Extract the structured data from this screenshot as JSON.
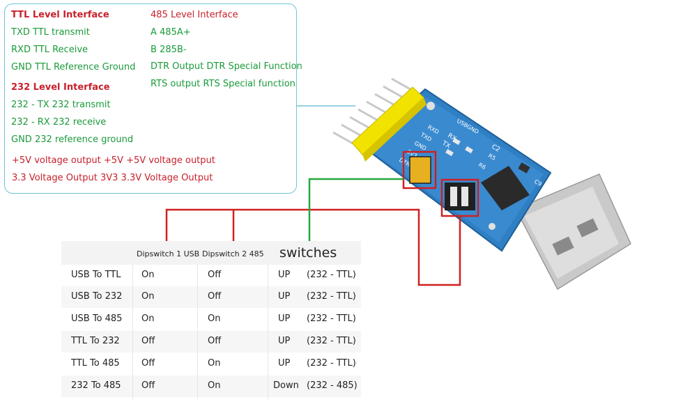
{
  "legend": {
    "left": [
      {
        "text": "TTL Level Interface",
        "style": "red-bold"
      },
      {
        "text": "TXD TTL transmit",
        "style": "green"
      },
      {
        "text": " RXD TTL Receive",
        "style": "green"
      },
      {
        "text": "GND TTL Reference Ground",
        "style": "green"
      },
      {
        "text": "232 Level Interface",
        "style": "red-bold"
      },
      {
        "text": "232 - TX 232 transmit",
        "style": "green"
      },
      {
        "text": "232 - RX 232 receive",
        "style": "green"
      },
      {
        "text": "GND 232 reference ground",
        "style": "green"
      },
      {
        "text": "+5V voltage output +5V +5V voltage output",
        "style": "red"
      },
      {
        "text": "3.3 Voltage Output 3V3 3.3V Voltage Output",
        "style": "red"
      }
    ],
    "right": [
      {
        "text": "485 Level Interface",
        "style": "red"
      },
      {
        "text": "A 485A+",
        "style": "green"
      },
      {
        "text": "B 285B-",
        "style": "green"
      },
      {
        "text": "DTR Output DTR Special Function",
        "style": "green"
      },
      {
        "text": "RTS output RTS Special function",
        "style": "green"
      }
    ]
  },
  "table": {
    "headers": [
      "",
      "Dipswitch  1 USB",
      "Dipswitch 2 485",
      "switches"
    ],
    "rows": [
      {
        "mode": "USB To TTL",
        "dip1": "On",
        "dip2": "Off",
        "pos": "UP",
        "note": "(232 - TTL)"
      },
      {
        "mode": "USB To 232",
        "dip1": "On",
        "dip2": "Off",
        "pos": "UP",
        "note": "(232 - TTL)"
      },
      {
        "mode": "USB To 485",
        "dip1": "On",
        "dip2": "On",
        "pos": "UP",
        "note": "(232 - TTL)"
      },
      {
        "mode": "TTL To 232",
        "dip1": "Off",
        "dip2": "Off",
        "pos": "UP",
        "note": "(232 - TTL)"
      },
      {
        "mode": "TTL To 485",
        "dip1": "Off",
        "dip2": "On",
        "pos": "UP",
        "note": "(232 - TTL)"
      },
      {
        "mode": "232 To 485",
        "dip1": "Off",
        "dip2": "On",
        "pos": "Down",
        "note": "(232 - 485)"
      }
    ]
  },
  "board": {
    "silkscreen": [
      "USBGND",
      "RXD",
      "TXD",
      "GND",
      "3V3",
      "DTR",
      "RX",
      "TX",
      "C2",
      "R5",
      "R6",
      "C9"
    ],
    "colors": {
      "pcb": "#2f7fc4",
      "header": "#f2e200",
      "connector": "#c8c8c8",
      "callout_red": "#d02020",
      "callout_green": "#25a83a",
      "leader": "#5ab8cf"
    }
  }
}
